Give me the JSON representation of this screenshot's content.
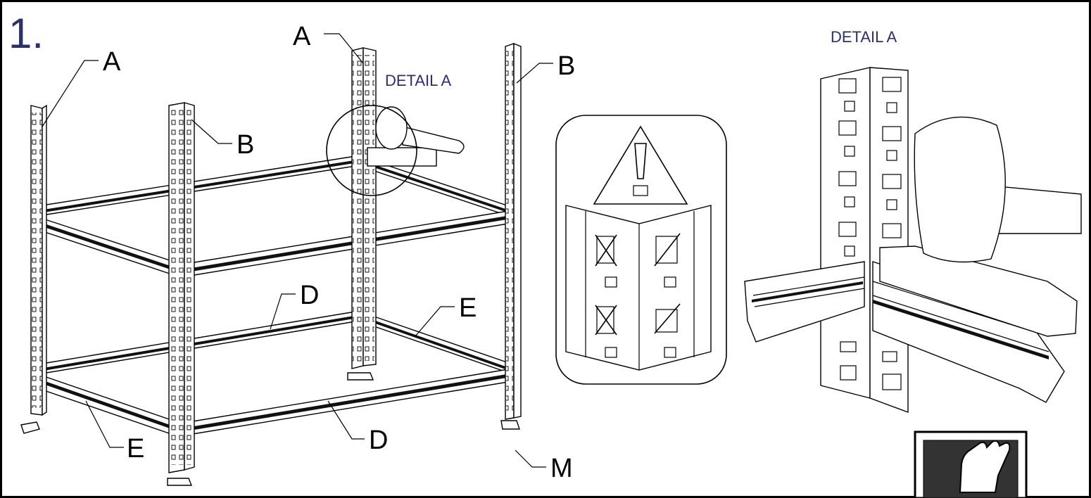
{
  "step_number": "1.",
  "part_labels": {
    "a_left": "A",
    "a_back": "A",
    "b_front": "B",
    "b_right": "B",
    "d_back": "D",
    "d_front": "D",
    "e_back": "E",
    "e_front": "E",
    "m_foot": "M"
  },
  "detail_callout": "DETAIL  A",
  "detail_title": "DETAIL  A",
  "icons": {
    "warning": "warning-triangle-icon",
    "gloves": "gloves-icon",
    "mallet": "rubber-mallet-icon"
  },
  "colors": {
    "line": "#000000",
    "detail_text": "#2b2f6e"
  }
}
